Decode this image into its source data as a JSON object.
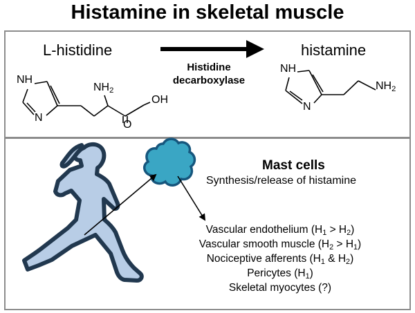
{
  "title": "Histamine in skeletal muscle",
  "reaction": {
    "substrate": "L-histidine",
    "product": "histamine",
    "enzyme_line1": "Histidine",
    "enzyme_line2": "decarboxylase",
    "substrate_atoms": {
      "nh": "NH",
      "n": "N",
      "nh2": "NH",
      "nh2_sub": "2",
      "oh": "OH",
      "o": "O"
    },
    "product_atoms": {
      "nh": "NH",
      "n": "N",
      "nh2": "NH",
      "nh2_sub": "2"
    }
  },
  "mast_cells": {
    "title": "Mast cells",
    "subtitle": "Synthesis/release of histamine",
    "color": "#3aa6c4"
  },
  "targets": [
    {
      "pre": "Vascular endothelium (H",
      "s1": "1",
      "mid": " > H",
      "s2": "2",
      "post": ")"
    },
    {
      "pre": "Vascular smooth muscle (H",
      "s1": "2",
      "mid": " > H",
      "s2": "1",
      "post": ")"
    },
    {
      "pre": "Nociceptive afferents (H",
      "s1": "1",
      "mid": " & H",
      "s2": "2",
      "post": ")"
    },
    {
      "pre": "Pericytes (H",
      "s1": "1",
      "mid": "",
      "s2": "",
      "post": ")"
    },
    {
      "pre": "Skeletal myocytes (?)",
      "s1": "",
      "mid": "",
      "s2": "",
      "post": ""
    }
  ],
  "runner": {
    "fill": "#b8cde6",
    "outline": "#21384f"
  }
}
